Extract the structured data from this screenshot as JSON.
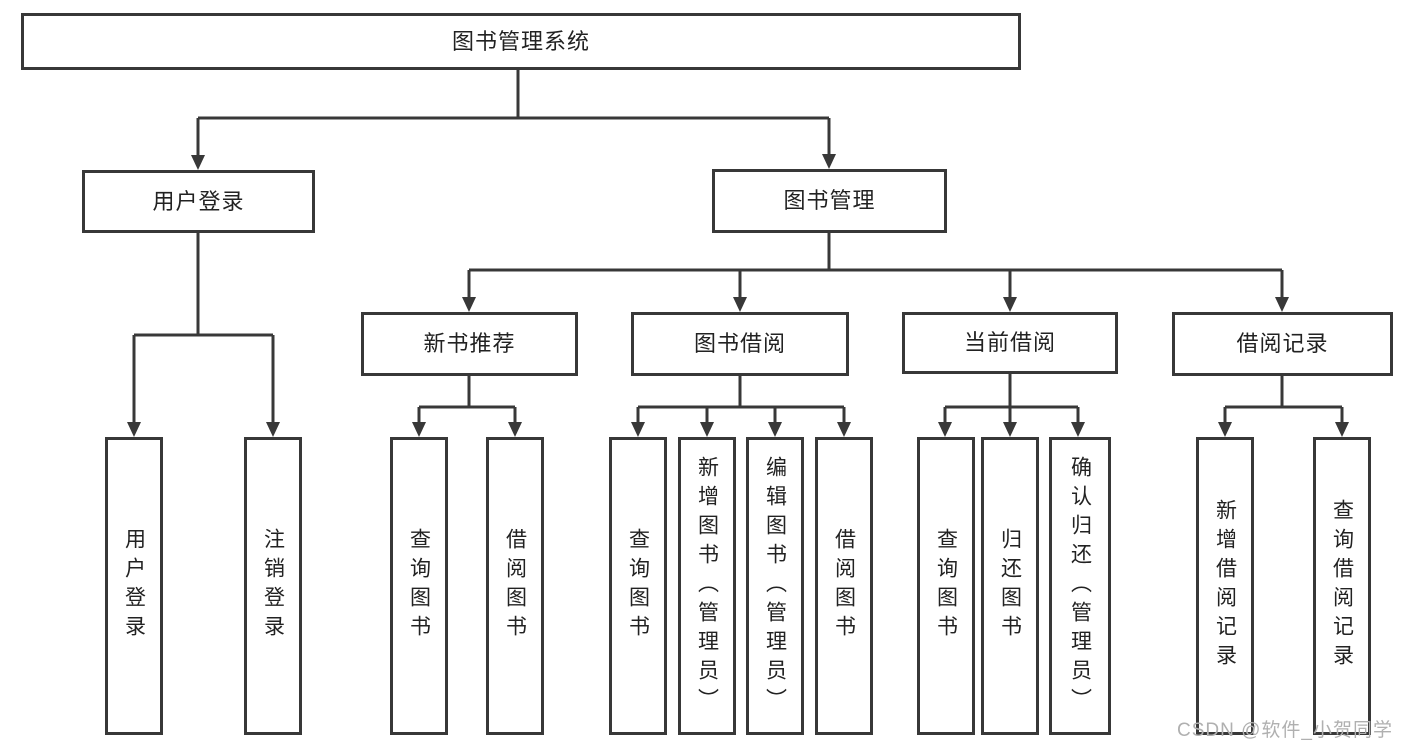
{
  "diagram_title": "图书管理系统",
  "colors": {
    "line": "#383838",
    "border": "#383838",
    "text": "#222222",
    "background": "#ffffff",
    "watermark": "#b0b0b0"
  },
  "tree": {
    "root": "图书管理系统",
    "level2": {
      "user_login": "用户登录",
      "book_management": "图书管理"
    },
    "level3": {
      "new_book_recommend": "新书推荐",
      "book_borrow": "图书借阅",
      "current_borrow": "当前借阅",
      "borrow_records": "借阅记录"
    },
    "leaves": {
      "user": [
        "用户登录",
        "注销登录"
      ],
      "recommend": [
        "查询图书",
        "借阅图书"
      ],
      "borrow": [
        "查询图书",
        "新增图书（管理员）",
        "编辑图书（管理员）",
        "借阅图书"
      ],
      "current": [
        "查询图书",
        "归还图书",
        "确认归还（管理员）"
      ],
      "records": [
        "新增借阅记录",
        "查询借阅记录"
      ]
    }
  },
  "watermark": "CSDN @软件_小贺同学"
}
